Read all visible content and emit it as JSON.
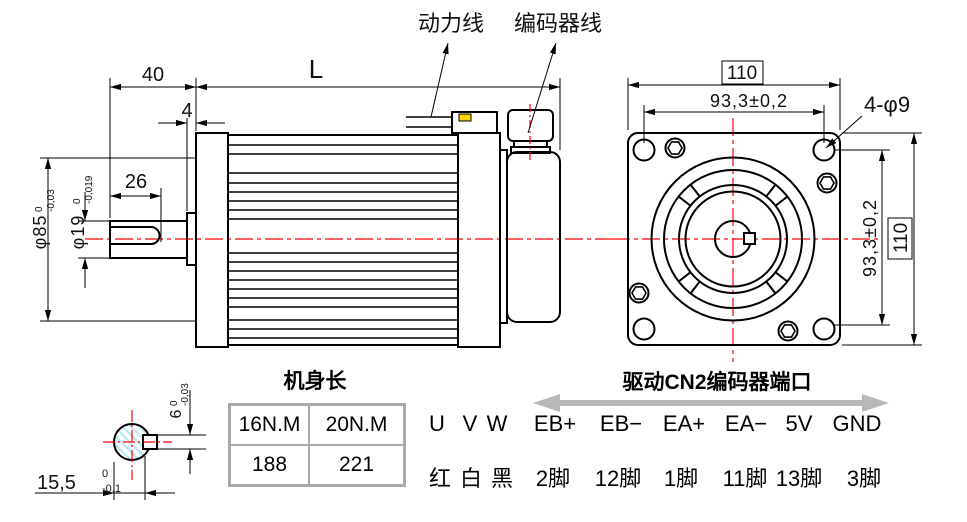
{
  "labels": {
    "power_line": "动力线",
    "encoder_line": "编码器线"
  },
  "side": {
    "dim_40": "40",
    "dim_L": "L",
    "dim_4": "4",
    "dim_26": "26",
    "dia85": {
      "main": "φ85",
      "sup": "0",
      "sub": "-0,03"
    },
    "dia19": {
      "main": "φ19",
      "sup": "0",
      "sub": "-0,019"
    }
  },
  "front": {
    "width_box": "110",
    "height_box": "110",
    "hole_span_top": "93,3±0,2",
    "hole_span_right": "93,3±0,2",
    "holes_note": "4-φ9"
  },
  "detail": {
    "flat": {
      "main": "15,5",
      "sup": "0",
      "sub": "-0,1"
    },
    "key": {
      "main": "6",
      "sup": "0",
      "sub": "-0,03"
    }
  },
  "table": {
    "title": "机身长",
    "headers": [
      "16N.M",
      "20N.M"
    ],
    "values": [
      "188",
      "221"
    ]
  },
  "wiring": {
    "title": "驱动CN2编码器端口",
    "signals": [
      "U",
      "V",
      "W",
      "EB+",
      "EB−",
      "EA+",
      "EA−",
      "5V",
      "GND"
    ],
    "pins": [
      "红",
      "白",
      "黑",
      "2脚",
      "12脚",
      "1脚",
      "11脚",
      "13脚",
      "3脚"
    ]
  },
  "colors": {
    "line": "#000000",
    "centerline": "#ff0000",
    "hatch": "#b5eaf2",
    "connector_mark": "#ffd400",
    "legend_arrow": "#b8b8b8",
    "table_border": "#a9a9a9"
  }
}
